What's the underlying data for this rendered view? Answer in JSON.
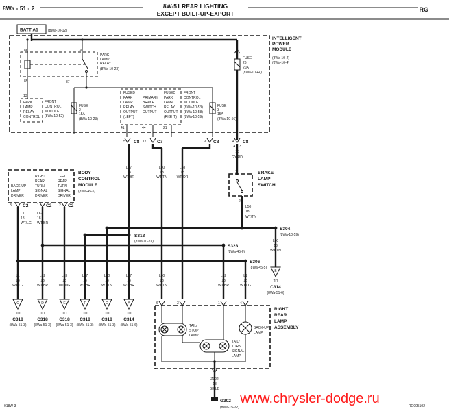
{
  "header": {
    "page_id": "8Wa - 51 - 2",
    "title_line1": "8W-51 REAR LIGHTING",
    "title_line2": "EXCEPT BUILT-UP-EXPORT",
    "code": "RG"
  },
  "batt": {
    "label": "BATT A1",
    "ref": "(8Wa-10-12)"
  },
  "ipm": {
    "lines": [
      "INTELLIGENT",
      "POWER",
      "MODULE"
    ],
    "ref": [
      "(8Wa-10-2)",
      "(8Wa-10-4)"
    ],
    "relay_label": [
      "PARK",
      "LAMP",
      "RELAY",
      "(8Wa-10-23)"
    ],
    "pins": {
      "p86": "86",
      "p85": "85",
      "p30": "30",
      "p87": "87",
      "p13": "13"
    },
    "fuse26": [
      "FUSE",
      "26",
      "20A",
      "(8Wa-10-44)"
    ],
    "fuse2": [
      "FUSE",
      "2",
      "15A",
      "(8Wa-10-23)"
    ],
    "fuse3": [
      "FUSE",
      "3",
      "15A",
      "(8Wa-10-56)"
    ],
    "fcm_relay_ctrl": [
      "PARK",
      "LAMP",
      "RELAY",
      "CONTROL"
    ],
    "fcm_left": [
      "FRONT",
      "CONTROL",
      "MODULE",
      "(8Wa-10-52)"
    ],
    "fcm_right": [
      "FRONT",
      "CONTROL",
      "MODULE",
      "(8Wa-10-53)",
      "(8Wa-10-58)",
      "(8Wa-10-59)"
    ],
    "out1": [
      "FUSED",
      "PARK",
      "LAMP",
      "RELAY",
      "OUTPUT",
      "(LEFT)"
    ],
    "out2": [
      "PRIMARY",
      "BRAKE",
      "SWITCH",
      "OUTPUT"
    ],
    "out3": [
      "FUSED",
      "PARK",
      "LAMP",
      "RELAY",
      "OUTPUT",
      "(RIGHT)"
    ],
    "out_pins": {
      "a": "41",
      "b": "44",
      "c": "21"
    }
  },
  "connectors": {
    "c8a": {
      "pin": "5",
      "label": "C8"
    },
    "c7": {
      "pin": "17",
      "label": "C7"
    },
    "c8b": {
      "pin": "9",
      "label": "C8"
    },
    "c8c": {
      "pin": "4",
      "label": "C8"
    }
  },
  "wires_top": {
    "l77": [
      "L77",
      "18",
      "WT/BR"
    ],
    "l50": [
      "L50",
      "18",
      "WT/TN"
    ],
    "l78": [
      "L78",
      "18",
      "WT/OR"
    ],
    "a103": [
      "A103",
      "18",
      "GY/RD"
    ]
  },
  "bcm": {
    "lines": [
      "BODY",
      "CONTROL",
      "MODULE"
    ],
    "ref": "(8Wa-45-5)",
    "drv1": [
      "BACK-UP",
      "LAMP",
      "DRIVER"
    ],
    "drv2": [
      "RIGHT",
      "REAR",
      "TURN",
      "SIGNAL",
      "DRIVER"
    ],
    "drv3": [
      "LEFT",
      "REAR",
      "TURN",
      "SIGNAL",
      "DRIVER"
    ],
    "pins": [
      "8",
      "1",
      "2"
    ],
    "conn": "C2"
  },
  "brake_switch": {
    "lines": [
      "BRAKE",
      "LAMP",
      "SWITCH"
    ],
    "pin1": "1",
    "pin2": "2",
    "wire": [
      "L50",
      "18",
      "WT/TN"
    ]
  },
  "bcm_wires": {
    "w1": [
      "L1",
      "18",
      "WT/LG"
    ],
    "w2": [
      "L62",
      "18",
      "WT/BR"
    ]
  },
  "splices": {
    "s304": {
      "label": "S304",
      "ref": "(8Wa-10-59)"
    },
    "s313": {
      "label": "S313",
      "ref": "(8Wa-10-23)"
    },
    "s328": {
      "label": "S328",
      "ref": "(8Wa-45-6)"
    },
    "s306": {
      "label": "S306",
      "ref": "(8Wa-45-5)"
    }
  },
  "c314_right": {
    "wire": [
      "L50",
      "18",
      "WT/TN"
    ],
    "letter": "B",
    "to": "TO",
    "conn": "C314",
    "ref": "(8Wa-51-6)"
  },
  "bottom_wires": [
    {
      "w": [
        "L1",
        "18",
        "WT/LG"
      ],
      "letter": "C",
      "conn": "C318",
      "ref": "(8Wa-51-3)"
    },
    {
      "w": [
        "L62",
        "18",
        "WT/BR"
      ],
      "letter": "D",
      "conn": "C318",
      "ref": "(8Wa-51-3)"
    },
    {
      "w": [
        "L63",
        "18",
        "WT/DG"
      ],
      "letter": "E",
      "conn": "C318",
      "ref": "(8Wa-51-3)"
    },
    {
      "w": [
        "L77",
        "18",
        "WT/BR"
      ],
      "letter": "F",
      "conn": "C318",
      "ref": "(8Wa-51-3)"
    },
    {
      "w": [
        "L50",
        "18",
        "WT/TN"
      ],
      "letter": "G",
      "conn": "C318",
      "ref": "(8Wa-51-3)"
    },
    {
      "w": [
        "L77",
        "18",
        "WT/BR"
      ],
      "letter": "A",
      "conn": "C314",
      "ref": "(8Wa-51-6)"
    }
  ],
  "to_label": "TO",
  "rr_wires": {
    "l50": [
      "L50",
      "18",
      "WT/TN"
    ],
    "l62": [
      "L62",
      "18",
      "WT/BR"
    ],
    "l1": [
      "L1",
      "18",
      "WT/LG"
    ]
  },
  "rear_lamp": {
    "lines": [
      "RIGHT",
      "REAR",
      "LAMP",
      "ASSEMBLY"
    ],
    "pins": [
      "6",
      "3",
      "1",
      "4"
    ],
    "tail_stop": [
      "TAIL/",
      "STOP",
      "LAMP"
    ],
    "tail_turn": [
      "TAIL/",
      "TURN",
      "SIGNAL",
      "LAMP"
    ],
    "backup": [
      "BACK-UP",
      "LAMP"
    ]
  },
  "ground": {
    "wire": [
      "Z302",
      "18",
      "BK/LB"
    ],
    "label": "G302",
    "ref": "(8Wa-15-22)"
  },
  "footer": {
    "left": "018W-3",
    "right": "RG005102"
  },
  "watermark": "www.chrysler-dodge.ru"
}
